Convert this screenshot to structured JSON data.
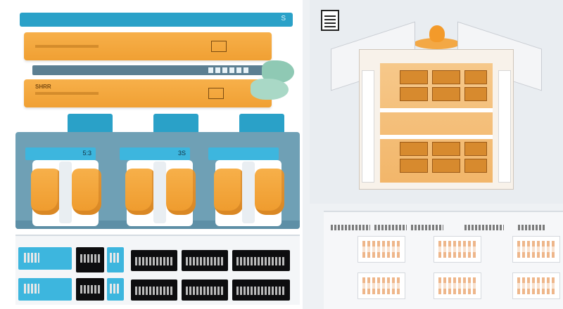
{
  "colors": {
    "accent": "#2aa1c8",
    "orange": "#f0a033",
    "slate": "#5c7f92",
    "panel": "#6fa0b5",
    "dark": "#0d0d0f"
  },
  "header": {
    "title": "",
    "right_glyph": "S"
  },
  "rows": [
    {
      "label": "",
      "mid": ""
    },
    {
      "label": "SHRR",
      "mid": ""
    }
  ],
  "units": [
    {
      "badge": "",
      "code": "5:3"
    },
    {
      "badge": "",
      "code": "3S"
    },
    {
      "badge": "",
      "code": ""
    }
  ],
  "table": {
    "headers": [
      "",
      "",
      "",
      ""
    ]
  }
}
